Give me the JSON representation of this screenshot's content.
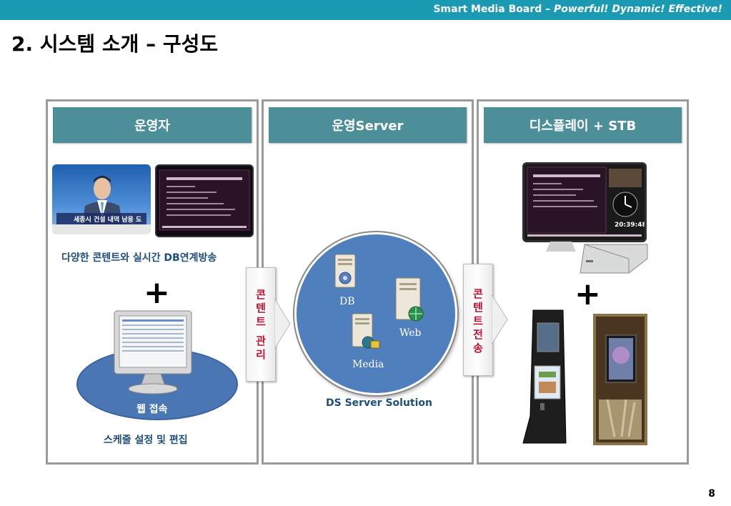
{
  "header": {
    "tagline_plain": "Smart Media Board – ",
    "tagline_italic": "Powerful! Dynamic! Effective!"
  },
  "title": "2. 시스템 소개 – 구성도",
  "panels": {
    "operator": {
      "heading": "운영자",
      "news_ticker": "세종시 건설 내역 남용 도",
      "content_caption": "다양한 콘텐트와 실시간 DB연계방송",
      "plus": "+",
      "web_access": "웹 접속",
      "schedule_caption": "스케줄 설정 및 편집"
    },
    "server": {
      "heading": "운영Server",
      "db": "DB",
      "web": "Web",
      "media": "Media",
      "caption": "DS Server Solution"
    },
    "display": {
      "heading": "디스플레이 + STB",
      "clock_time": "20:39:48",
      "plus": "+"
    }
  },
  "arrows": {
    "left": {
      "line1": "콘",
      "line2": "텐",
      "line3": "트",
      "line4": "관",
      "line5": "리"
    },
    "right": {
      "line1": "콘",
      "line2": "텐",
      "line3": "트",
      "line4": "전",
      "line5": "송"
    }
  },
  "page_number": "8",
  "colors": {
    "topbar": "#1a9ab3",
    "panel_header": "#4d8f98",
    "circle": "#4f7fbd",
    "arrow_text": "#c0102e",
    "caption": "#1f4e79"
  }
}
